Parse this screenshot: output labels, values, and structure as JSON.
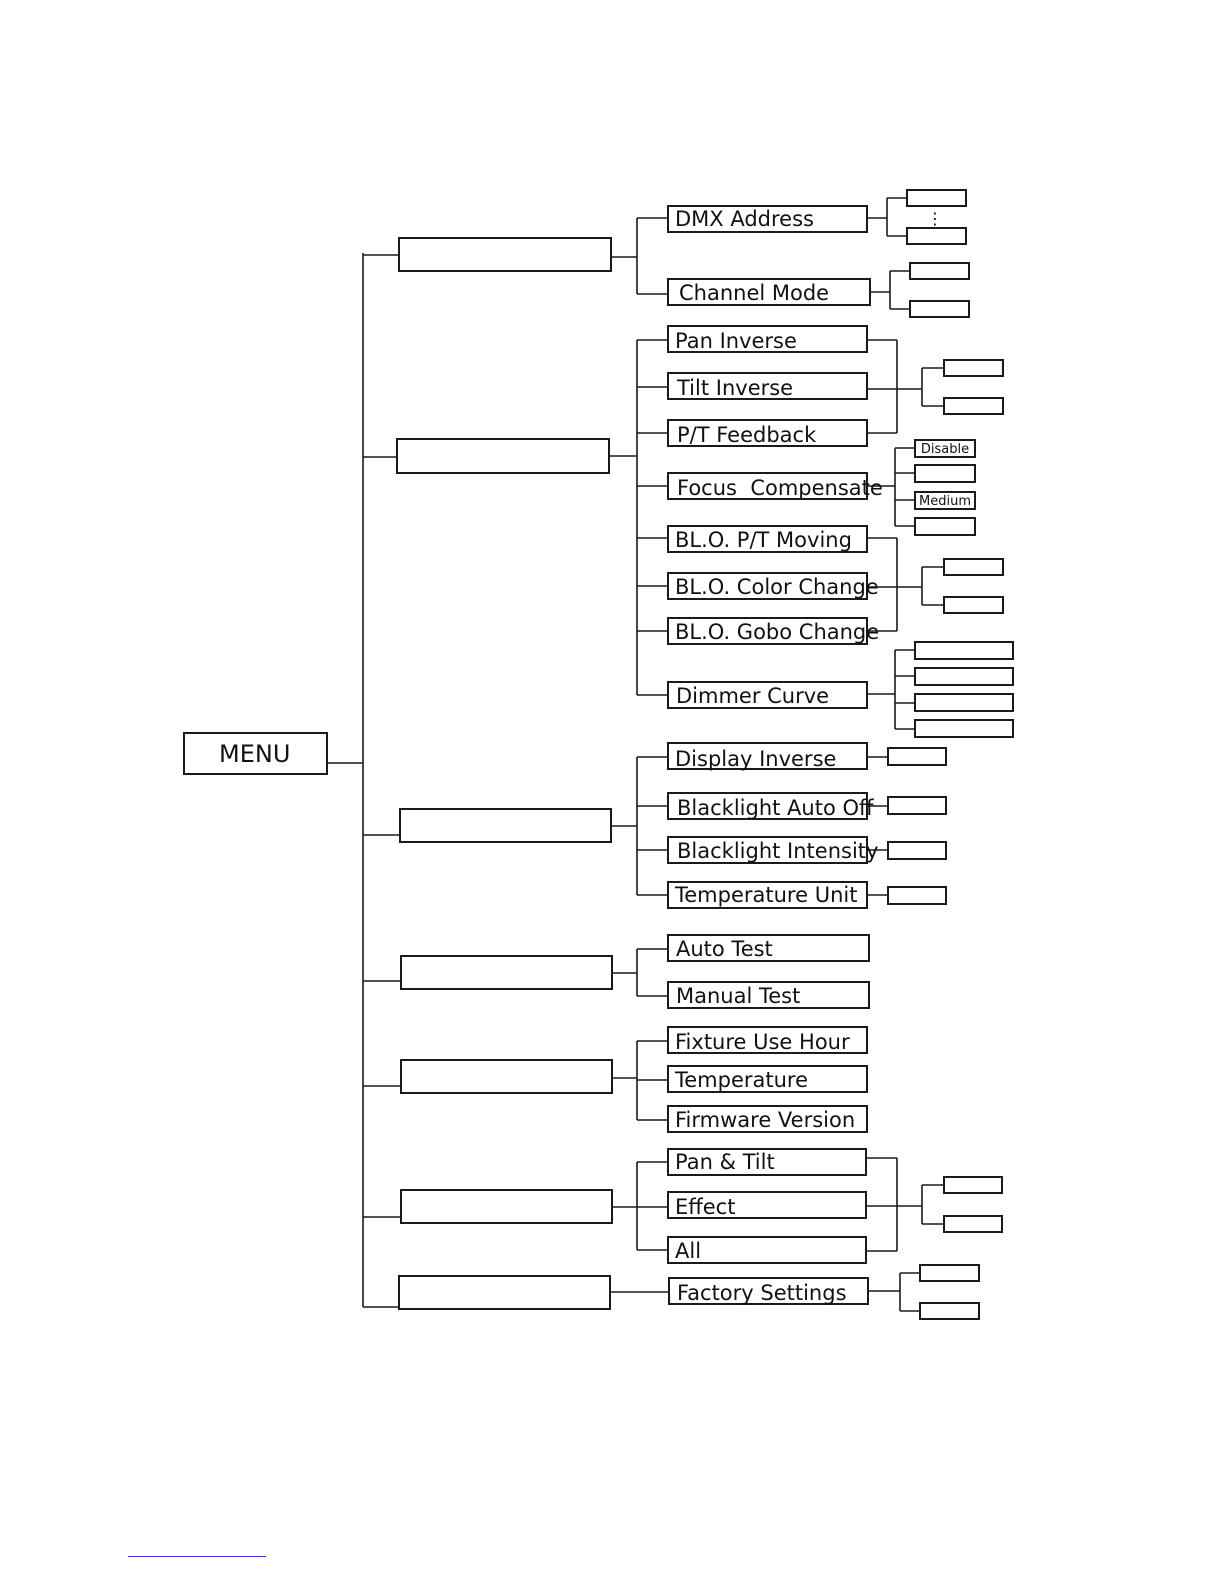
{
  "diagram": {
    "root": "MENU",
    "colors": {
      "stroke": "#1a1a1a",
      "text": "#111111",
      "footer_rule": "#3a3ad8"
    },
    "groups": [
      {
        "label": "",
        "items": [
          {
            "label": "DMX Address",
            "options": [
              "",
              "",
              ""
            ],
            "options_note": "⋮"
          },
          {
            "label": "Channel Mode",
            "options": [
              "",
              ""
            ]
          }
        ]
      },
      {
        "label": "",
        "items": [
          {
            "label": "Pan Inverse"
          },
          {
            "label": "Tilt Inverse"
          },
          {
            "label": "P/T Feedback"
          },
          {
            "label": "Focus  Compensate",
            "options": [
              "Disable",
              "",
              "Medium",
              ""
            ]
          },
          {
            "label": "BL.O. P/T Moving"
          },
          {
            "label": "BL.O. Color Change"
          },
          {
            "label": "BL.O. Gobo Change"
          },
          {
            "label": "Dimmer Curve",
            "options": [
              "",
              "",
              "",
              ""
            ]
          }
        ],
        "shared_options": [
          {
            "items": [
              "Pan Inverse",
              "Tilt Inverse",
              "P/T Feedback"
            ],
            "options": [
              "",
              ""
            ]
          },
          {
            "items": [
              "BL.O. P/T Moving",
              "BL.O. Color Change",
              "BL.O. Gobo Change"
            ],
            "options": [
              "",
              ""
            ]
          }
        ]
      },
      {
        "label": "",
        "items": [
          {
            "label": "Display Inverse",
            "options": [
              ""
            ]
          },
          {
            "label": "Blacklight Auto Off",
            "options": [
              ""
            ]
          },
          {
            "label": "Blacklight Intensity",
            "options": [
              ""
            ]
          },
          {
            "label": "Temperature Unit",
            "options": [
              ""
            ]
          }
        ]
      },
      {
        "label": "",
        "items": [
          {
            "label": "Auto Test"
          },
          {
            "label": "Manual Test"
          }
        ]
      },
      {
        "label": "",
        "items": [
          {
            "label": "Fixture Use Hour"
          },
          {
            "label": "Temperature"
          },
          {
            "label": "Firmware Version"
          }
        ]
      },
      {
        "label": "",
        "items": [
          {
            "label": "Pan & Tilt"
          },
          {
            "label": "Effect"
          },
          {
            "label": "All"
          }
        ],
        "shared_options": [
          {
            "items": [
              "Pan & Tilt",
              "Effect",
              "All"
            ],
            "options": [
              "",
              ""
            ]
          }
        ]
      },
      {
        "label": "",
        "items": [
          {
            "label": "Factory Settings",
            "options": [
              "",
              ""
            ]
          }
        ]
      }
    ]
  }
}
